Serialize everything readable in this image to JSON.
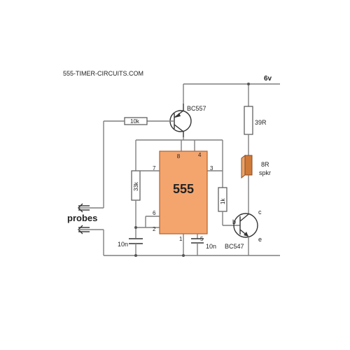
{
  "header": {
    "site": "555-TIMER-CIRCUITS.COM"
  },
  "supply": {
    "label": "6v"
  },
  "chip": {
    "name": "555",
    "fill": "#f4a56e",
    "outline": "#b06030"
  },
  "pins": {
    "p8": "8",
    "p4": "4",
    "p7": "7",
    "p3": "3",
    "p6": "6",
    "p2": "2",
    "p1": "1",
    "p5": "5"
  },
  "components": {
    "q1": "BC557",
    "q2": "BC547",
    "r_base": "10k",
    "r_timing": "33k",
    "r_out": "1k",
    "r_spk": "39R",
    "spk_ohm": "8R",
    "spk_name": "spkr",
    "c_timing": "10n",
    "c_ctrl": "10n",
    "q2_b": "b",
    "q2_c": "c",
    "q2_e": "e"
  },
  "probes": {
    "label": "probes"
  },
  "colors": {
    "wire": "#7f7f7f",
    "speaker": "#d07a3a"
  }
}
